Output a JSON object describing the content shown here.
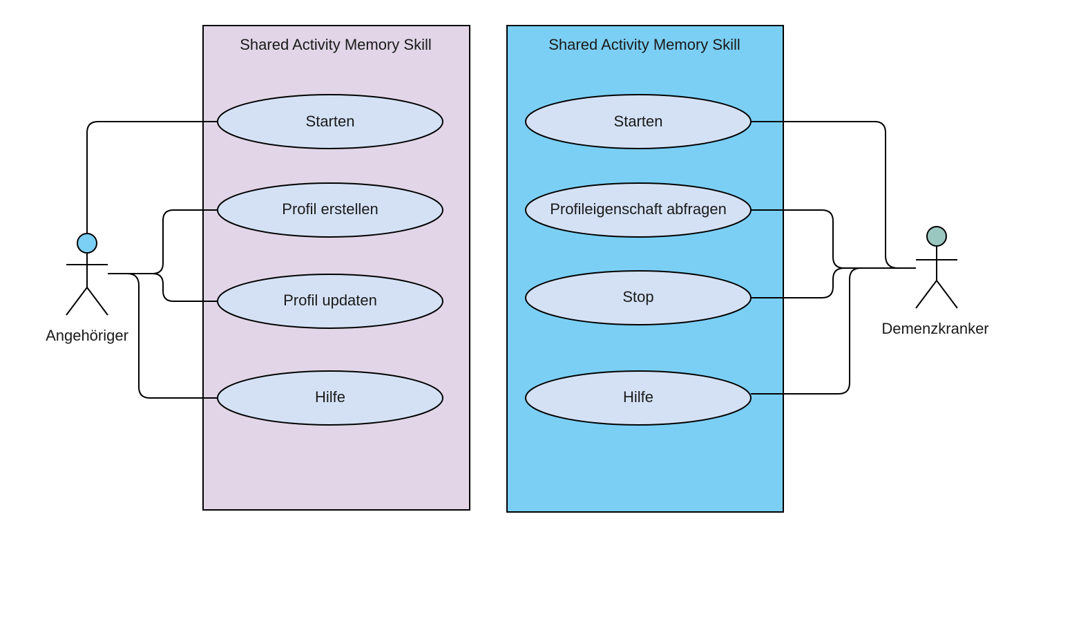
{
  "colors": {
    "system_left_fill": "#e1d5e7",
    "system_right_fill": "#7bcff5",
    "usecase_fill": "#d4e1f5",
    "actor_left_head": "#7bcff5",
    "actor_right_head": "#9ac7bf",
    "line": "#000000"
  },
  "systems": [
    {
      "title": "Shared Activity Memory Skill",
      "usecases": [
        "Starten",
        "Profil erstellen",
        "Profil updaten",
        "Hilfe"
      ]
    },
    {
      "title": "Shared Activity Memory Skill",
      "usecases": [
        "Starten",
        "Profileigenschaft abfragen",
        "Stop",
        "Hilfe"
      ]
    }
  ],
  "actors": [
    {
      "name": "Angehöriger",
      "icon": "stick-figure-icon"
    },
    {
      "name": "Demenzkranker",
      "icon": "stick-figure-icon"
    }
  ]
}
